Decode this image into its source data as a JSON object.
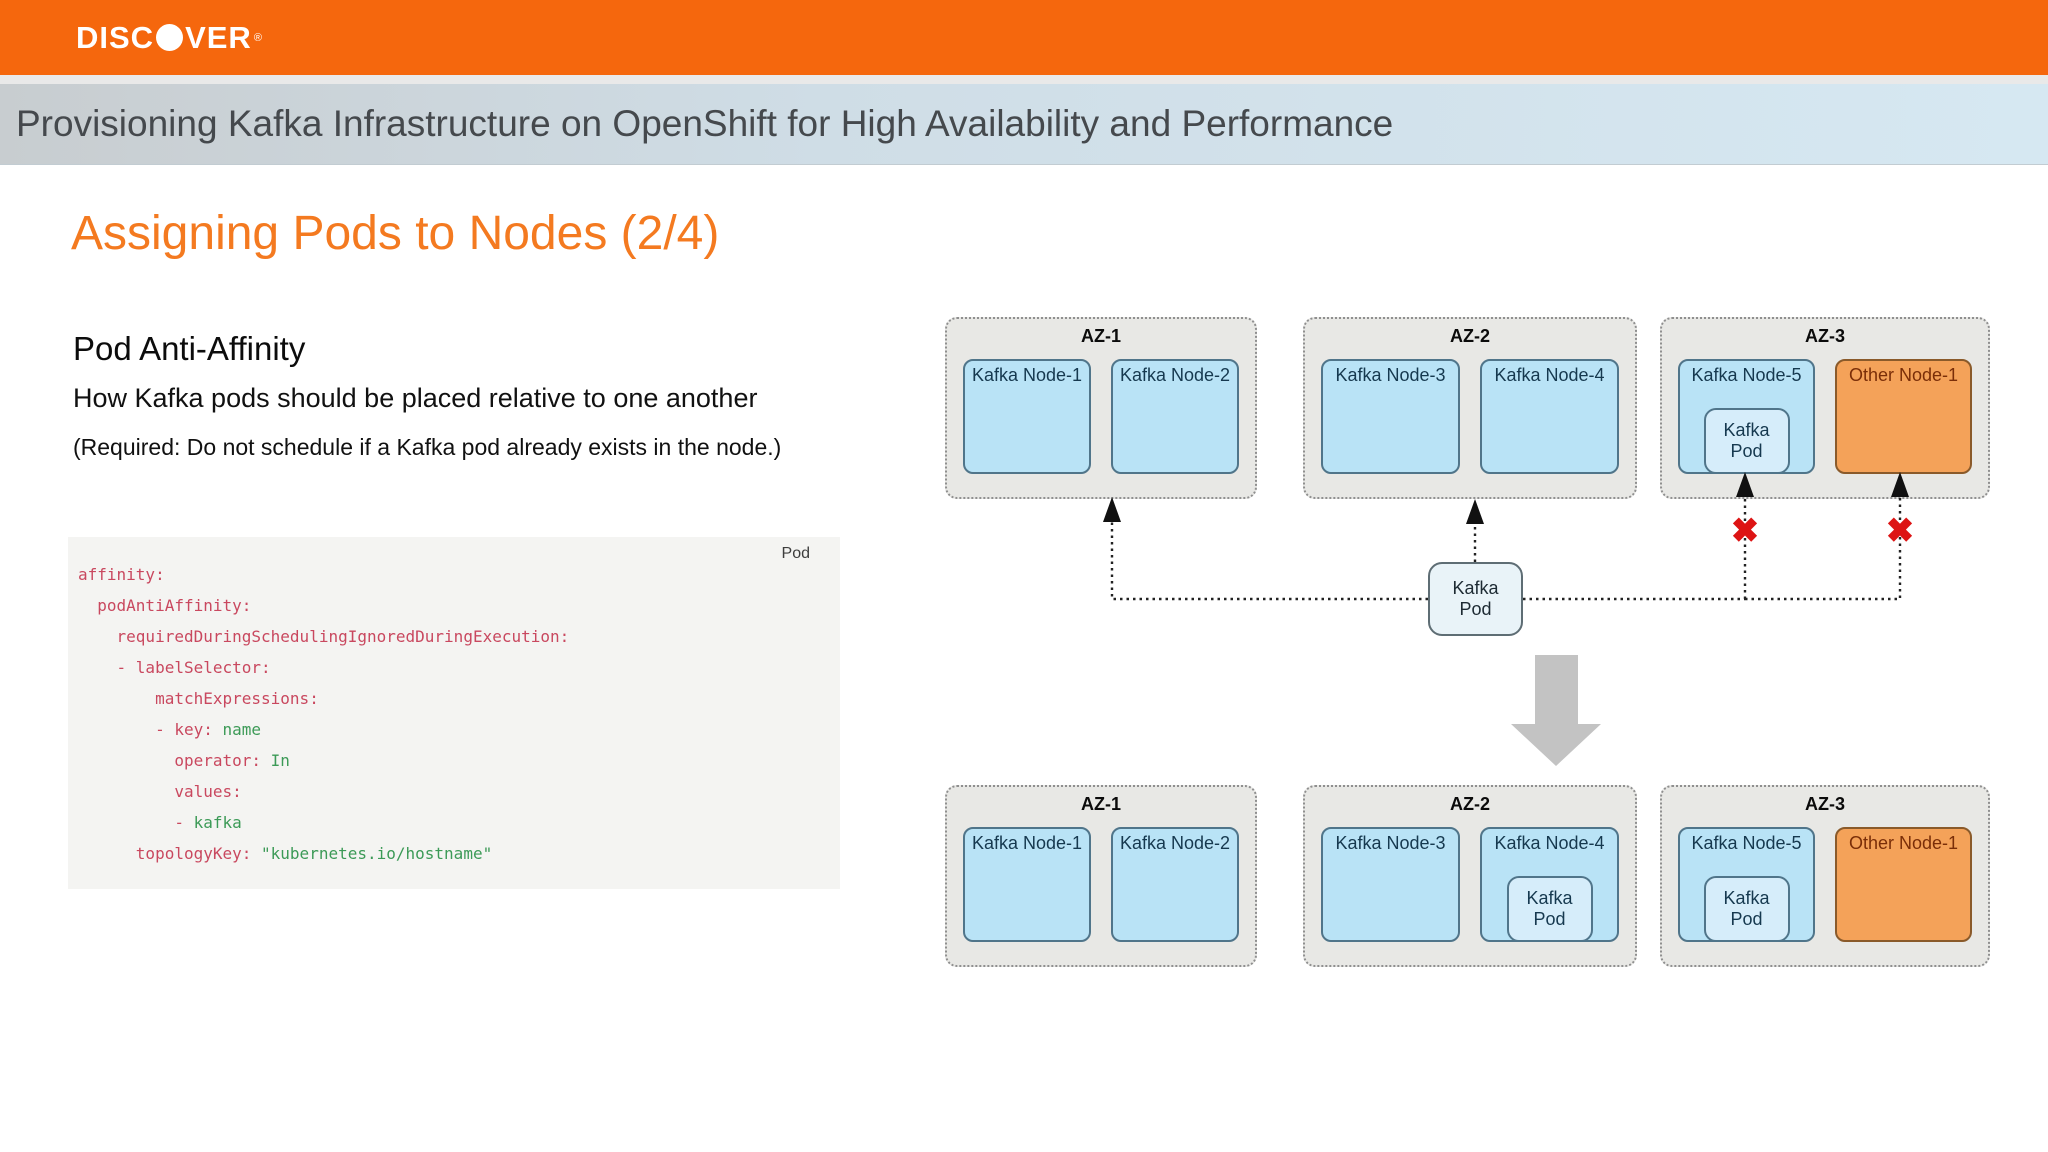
{
  "brand": {
    "logo_pre": "DISC",
    "logo_post": "VER",
    "reg_mark": "®",
    "header_color": "#f5670d"
  },
  "header": {
    "title": "Provisioning Kafka Infrastructure on OpenShift for High Availability and Performance"
  },
  "slide": {
    "heading": "Assigning Pods to Nodes (2/4)",
    "subheading": "Pod Anti-Affinity",
    "description": "How Kafka pods should be placed relative to one another",
    "note": "(Required: Do not schedule if a Kafka pod already exists in the node.)"
  },
  "code": {
    "badge": "Pod",
    "colors": {
      "key": "#c9485f",
      "value": "#3c9a57",
      "background": "#f4f4f2"
    },
    "lines": [
      [
        {
          "t": "affinity:",
          "c": "key"
        }
      ],
      [
        {
          "t": "  podAntiAffinity:",
          "c": "key"
        }
      ],
      [
        {
          "t": "    requiredDuringSchedulingIgnoredDuringExecution:",
          "c": "key"
        }
      ],
      [
        {
          "t": "    - labelSelector:",
          "c": "key"
        }
      ],
      [
        {
          "t": "        matchExpressions:",
          "c": "key"
        }
      ],
      [
        {
          "t": "        - key:",
          "c": "key"
        },
        {
          "t": " name",
          "c": "val"
        }
      ],
      [
        {
          "t": "          operator:",
          "c": "key"
        },
        {
          "t": " In",
          "c": "val"
        }
      ],
      [
        {
          "t": "          values:",
          "c": "key"
        }
      ],
      [
        {
          "t": "          - ",
          "c": "key"
        },
        {
          "t": "kafka",
          "c": "val"
        }
      ],
      [
        {
          "t": "      topologyKey:",
          "c": "key"
        },
        {
          "t": " \"kubernetes.io/hostname\"",
          "c": "val"
        }
      ]
    ]
  },
  "diagram": {
    "pod_label": "Kafka Pod",
    "center_pod_label": "Kafka Pod",
    "reject_glyph": "✖",
    "colors": {
      "az_fill": "#e8e8e5",
      "kafka_node_fill": "#b9e3f6",
      "other_node_fill": "#f4a259",
      "pod_fill": "#d6edfa",
      "center_pod_fill": "#e9f3f8",
      "connector": "#222222",
      "reject_x": "#dd1414",
      "transition_arrow": "#c3c3c3"
    },
    "top_row": {
      "azs": [
        {
          "label": "AZ-1",
          "nodes": [
            {
              "label": "Kafka Node-1",
              "type": "kafka",
              "has_pod": false
            },
            {
              "label": "Kafka Node-2",
              "type": "kafka",
              "has_pod": false
            }
          ]
        },
        {
          "label": "AZ-2",
          "nodes": [
            {
              "label": "Kafka Node-3",
              "type": "kafka",
              "has_pod": false
            },
            {
              "label": "Kafka Node-4",
              "type": "kafka",
              "has_pod": false
            }
          ]
        },
        {
          "label": "AZ-3",
          "nodes": [
            {
              "label": "Kafka Node-5",
              "type": "kafka",
              "has_pod": true
            },
            {
              "label": "Other Node-1",
              "type": "other",
              "has_pod": false
            }
          ]
        }
      ]
    },
    "bottom_row": {
      "azs": [
        {
          "label": "AZ-1",
          "nodes": [
            {
              "label": "Kafka Node-1",
              "type": "kafka",
              "has_pod": false
            },
            {
              "label": "Kafka Node-2",
              "type": "kafka",
              "has_pod": false
            }
          ]
        },
        {
          "label": "AZ-2",
          "nodes": [
            {
              "label": "Kafka Node-3",
              "type": "kafka",
              "has_pod": false
            },
            {
              "label": "Kafka Node-4",
              "type": "kafka",
              "has_pod": true
            }
          ]
        },
        {
          "label": "AZ-3",
          "nodes": [
            {
              "label": "Kafka Node-5",
              "type": "kafka",
              "has_pod": true
            },
            {
              "label": "Other Node-1",
              "type": "other",
              "has_pod": false
            }
          ]
        }
      ]
    }
  }
}
